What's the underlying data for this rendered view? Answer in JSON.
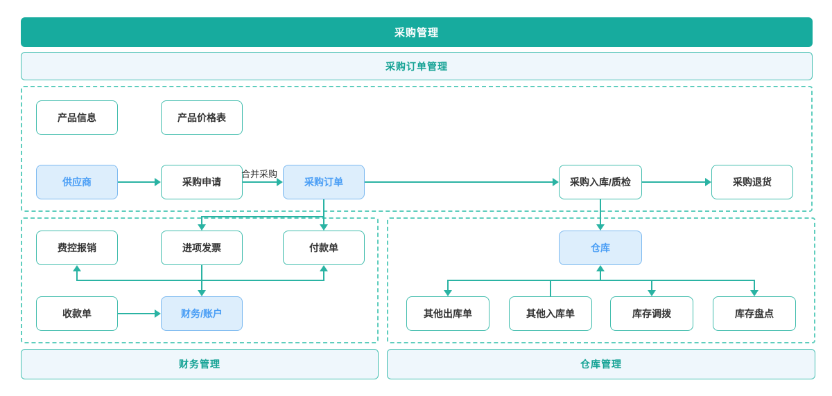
{
  "title_bar": {
    "label": "采购管理"
  },
  "section_bar": {
    "label": "采购订单管理"
  },
  "footer_bars": {
    "finance": {
      "label": "财务管理"
    },
    "warehouse": {
      "label": "仓库管理"
    }
  },
  "nodes": {
    "product_info": {
      "label": "产品信息"
    },
    "price_list": {
      "label": "产品价格表"
    },
    "supplier": {
      "label": "供应商"
    },
    "purchase_request": {
      "label": "采购申请"
    },
    "purchase_order": {
      "label": "采购订单"
    },
    "inbound_qc": {
      "label": "采购入库/质检"
    },
    "purchase_return": {
      "label": "采购退货"
    },
    "expense_reimburse": {
      "label": "费控报销"
    },
    "input_invoice": {
      "label": "进项发票"
    },
    "payment_slip": {
      "label": "付款单"
    },
    "receipt_slip": {
      "label": "收款单"
    },
    "finance_account": {
      "label": "财务/账户"
    },
    "warehouse": {
      "label": "仓库"
    },
    "other_outbound": {
      "label": "其他出库单"
    },
    "other_inbound": {
      "label": "其他入库单"
    },
    "stock_transfer": {
      "label": "库存调拨"
    },
    "stock_count": {
      "label": "库存盘点"
    }
  },
  "edge_labels": {
    "merge_purchase": "合并采购"
  },
  "edges": [
    {
      "from": "supplier",
      "to": "purchase_request"
    },
    {
      "from": "purchase_request",
      "to": "purchase_order",
      "label": "合并采购"
    },
    {
      "from": "purchase_order",
      "to": "inbound_qc"
    },
    {
      "from": "inbound_qc",
      "to": "purchase_return"
    },
    {
      "from": "purchase_order",
      "to": "input_invoice"
    },
    {
      "from": "purchase_order",
      "to": "payment_slip"
    },
    {
      "from": "inbound_qc",
      "to": "warehouse"
    },
    {
      "from": "input_invoice",
      "to": "finance_account"
    },
    {
      "from": "finance_account",
      "to": "expense_reimburse"
    },
    {
      "from": "finance_account",
      "to": "payment_slip"
    },
    {
      "from": "receipt_slip",
      "to": "finance_account"
    },
    {
      "from": "other_inbound",
      "to": "warehouse"
    },
    {
      "from": "warehouse",
      "to": "other_outbound"
    },
    {
      "from": "warehouse",
      "to": "stock_transfer"
    },
    {
      "from": "warehouse",
      "to": "stock_count"
    }
  ],
  "colors": {
    "teal_fill": "#17ab9e",
    "teal_border": "#3fbcac",
    "teal_text": "#14a294",
    "line": "#2ab3a3",
    "dashed_border": "#5ecdbd",
    "light_fill": "#eff7fc",
    "blue_fill": "#ddeefc",
    "blue_border": "#7cb9f0",
    "blue_text": "#4a9ef5",
    "dark_text": "#333333"
  }
}
